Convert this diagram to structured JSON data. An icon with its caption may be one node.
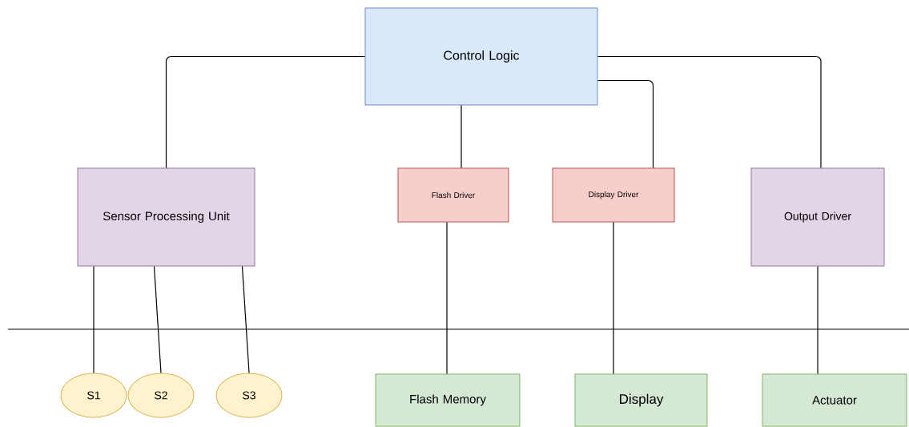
{
  "diagram": {
    "nodes": [
      {
        "text": [
          "Control Logic"
        ]
      },
      {
        "text": [
          "Sensor Processing Unit"
        ]
      },
      {
        "text": [
          "Flash Driver"
        ]
      },
      {
        "text": [
          "Display Driver"
        ]
      },
      {
        "text": [
          "Output Driver"
        ]
      },
      {
        "text": [
          "S1"
        ]
      },
      {
        "text": [
          "S2"
        ]
      },
      {
        "text": [
          "S3"
        ]
      },
      {
        "text": [
          "Flash Memory"
        ]
      },
      {
        "text": [
          "Display"
        ]
      },
      {
        "text": [
          "Actuator"
        ]
      }
    ],
    "edges": [
      {
        "from": 0,
        "to": 1,
        "arrow": "none"
      },
      {
        "from": 0,
        "to": 2,
        "arrow": "none"
      },
      {
        "from": 0,
        "to": 3,
        "arrow": "none"
      },
      {
        "from": 0,
        "to": 4,
        "arrow": "none"
      },
      {
        "from": 1,
        "to": 5,
        "arrow": "none"
      },
      {
        "from": 1,
        "to": 6,
        "arrow": "none"
      },
      {
        "from": 1,
        "to": 7,
        "arrow": "none"
      },
      {
        "from": 2,
        "to": 8,
        "arrow": "none"
      },
      {
        "from": 3,
        "to": 9,
        "arrow": "none"
      },
      {
        "from": 4,
        "to": 10,
        "arrow": "none"
      }
    ]
  }
}
